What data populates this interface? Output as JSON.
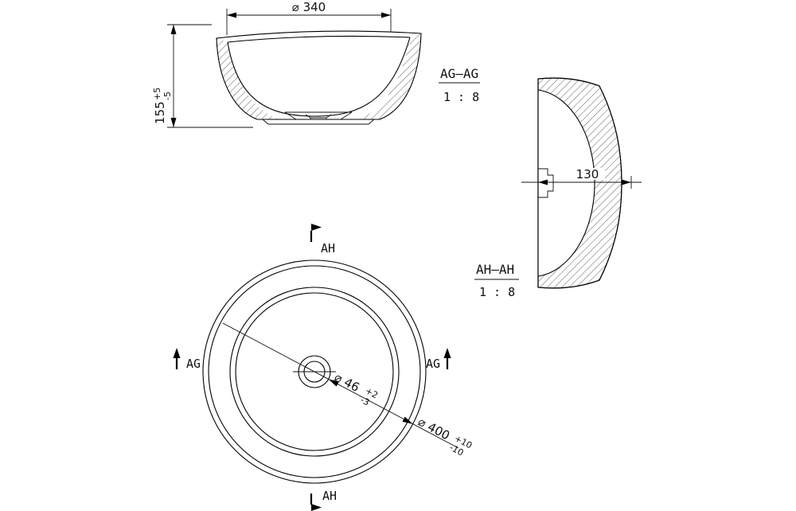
{
  "drawing": {
    "section_ag": {
      "dim_diameter": "⌀ 340",
      "dim_height_value": "155",
      "dim_height_tol_plus": "+5",
      "dim_height_tol_minus": "-5",
      "label": "AG–AG",
      "scale": "1 : 8"
    },
    "section_ah": {
      "dim_depth": "130",
      "label": "AH–AH",
      "scale": "1 : 8"
    },
    "plan": {
      "dim_drain_value": "⌀ 46",
      "dim_drain_tol_plus": "+2",
      "dim_drain_tol_minus": "-3",
      "dim_outer_value": "⌀ 400",
      "dim_outer_tol_plus": "+10",
      "dim_outer_tol_minus": "-10",
      "marker_ag_left": "AG",
      "marker_ag_right": "AG",
      "marker_ah_top": "AH",
      "marker_ah_bottom": "AH"
    },
    "colors": {
      "line": "#000000",
      "background": "#ffffff"
    }
  }
}
